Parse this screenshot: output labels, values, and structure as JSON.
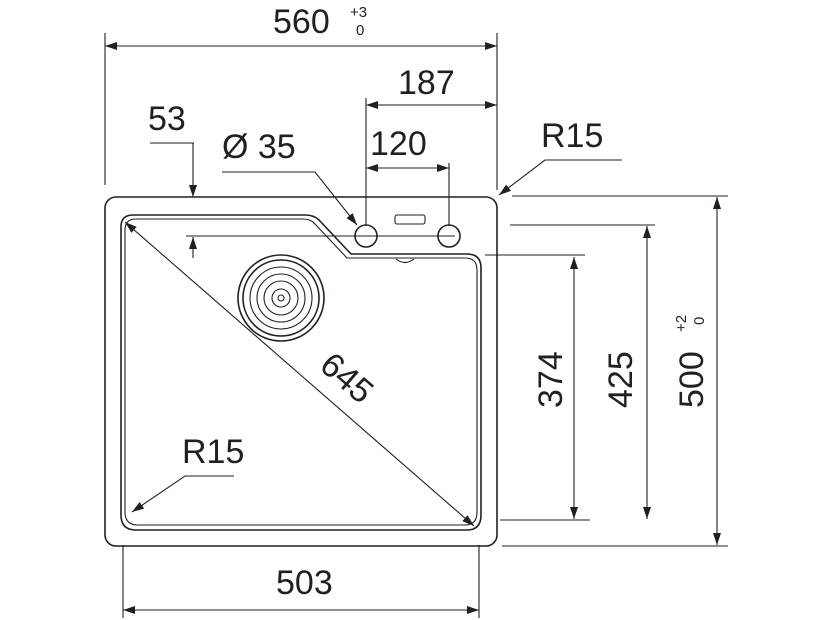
{
  "dimensions": {
    "overall_width": {
      "value": "560",
      "tol_upper": "+3",
      "tol_lower": "0"
    },
    "overall_depth": {
      "value": "500",
      "tol_upper": "+2",
      "tol_lower": "0"
    },
    "bowl_width": "503",
    "bowl_depth": "425",
    "bowl_depth_short": "374",
    "diagonal": "645",
    "tap_offset_right": "187",
    "tap_spacing": "120",
    "edge_offset": "53",
    "tap_hole_diameter": "Ø 35",
    "outer_radius": "R15",
    "inner_radius": "R15"
  },
  "colors": {
    "ink": "#231f20",
    "background": "#ffffff"
  }
}
